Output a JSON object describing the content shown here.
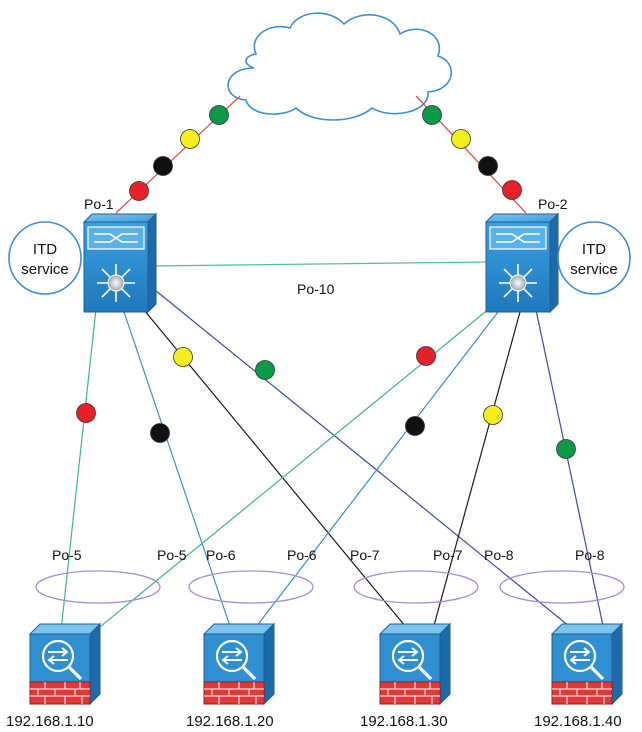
{
  "cloud": {
    "label": ""
  },
  "switches": [
    {
      "id": "left",
      "port_label": "Po-1",
      "service_lines": [
        "ITD",
        "service"
      ]
    },
    {
      "id": "right",
      "port_label": "Po-2",
      "service_lines": [
        "ITD",
        "service"
      ]
    }
  ],
  "interconnect_label": "Po-10",
  "firewalls": [
    {
      "ip": "192.168.1.10",
      "port_labels": [
        "Po-5",
        "Po-5"
      ]
    },
    {
      "ip": "192.168.1.20",
      "port_labels": [
        "Po-6",
        "Po-6"
      ]
    },
    {
      "ip": "192.168.1.30",
      "port_labels": [
        "Po-7",
        "Po-7"
      ]
    },
    {
      "ip": "192.168.1.40",
      "port_labels": [
        "Po-8",
        "Po-8"
      ]
    }
  ],
  "colors": {
    "uplink": "#d9534f",
    "interconnect": "#4fbf9a",
    "link_po5": "#3fb58a",
    "link_po6": "#3a8fc8",
    "link_po7": "#1a1a1a",
    "link_po8": "#3f4aa8",
    "dot_red": "#e8202a",
    "dot_yellow": "#f4ee1e",
    "dot_green": "#0c9a48",
    "dot_black": "#111111",
    "device_blue": "#2f8fd0",
    "firewall_red": "#e0393a",
    "ellipse": "#a78fd6"
  },
  "icons": {
    "switch": "nexus-switch-icon",
    "firewall": "firewall-icon",
    "cloud": "cloud-icon"
  }
}
